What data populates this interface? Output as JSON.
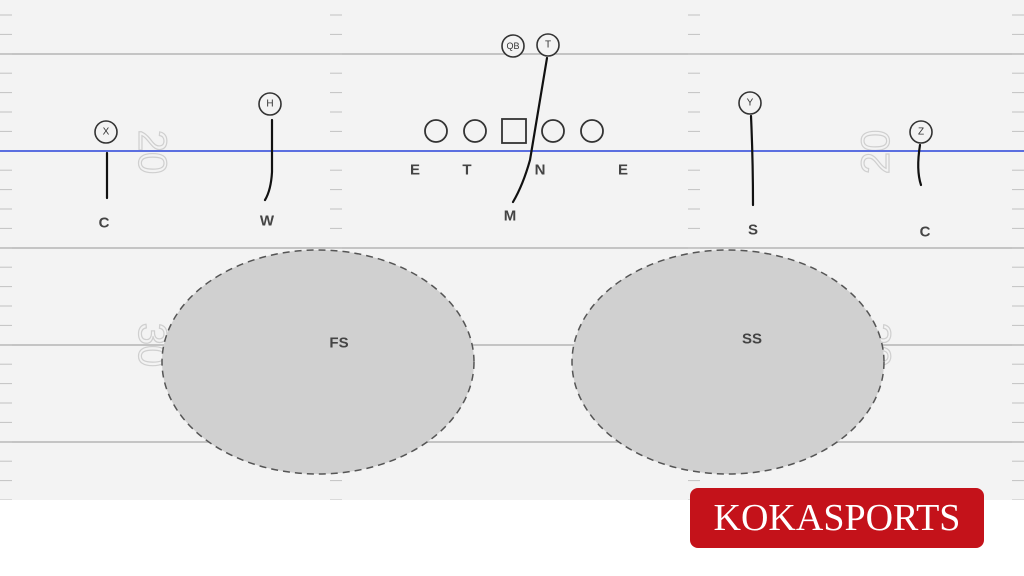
{
  "field": {
    "yard_numbers": [
      "20",
      "30"
    ],
    "line_of_scrimmage_color": "#5b6fe0",
    "zone_fill": "#d0d0d0"
  },
  "offense": [
    {
      "id": "X",
      "label": "X"
    },
    {
      "id": "H",
      "label": "H"
    },
    {
      "id": "QB",
      "label": "QB"
    },
    {
      "id": "T",
      "label": "T"
    },
    {
      "id": "Y",
      "label": "Y"
    },
    {
      "id": "Z",
      "label": "Z"
    }
  ],
  "defense": {
    "left_corner": "C",
    "will": "W",
    "end_left": "E",
    "tackle": "T",
    "mike": "M",
    "nose": "N",
    "end_right": "E",
    "sam": "S",
    "right_corner": "C"
  },
  "zones": [
    {
      "id": "fs",
      "label": "FS"
    },
    {
      "id": "ss",
      "label": "SS"
    }
  ],
  "brand": {
    "name": "KOKASPORTS",
    "color": "#c4121a"
  }
}
